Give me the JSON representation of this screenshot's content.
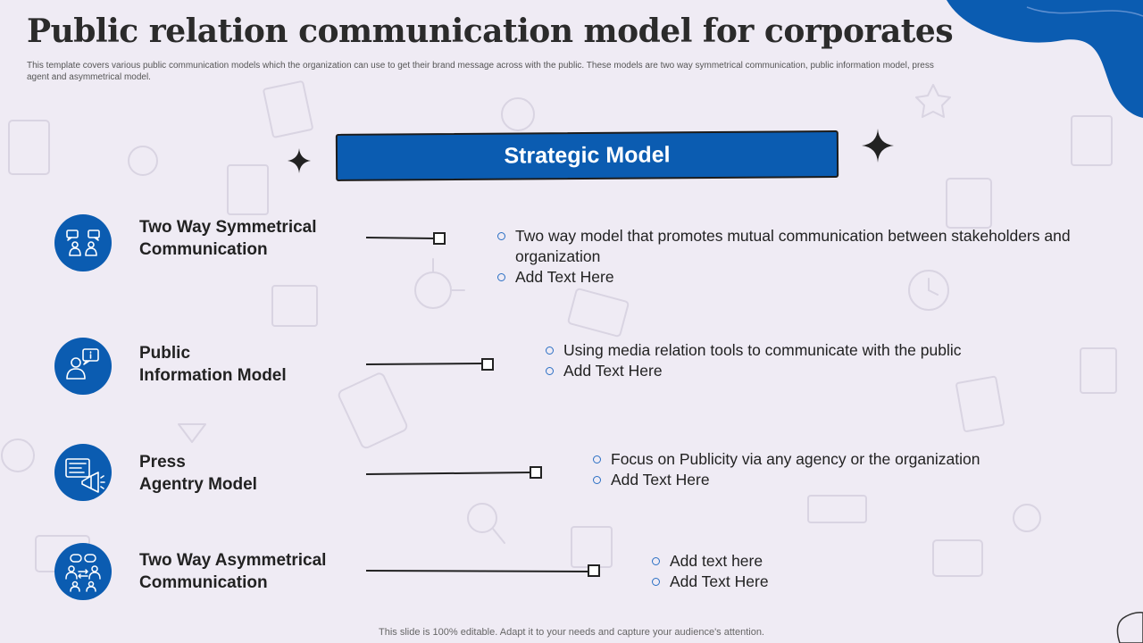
{
  "slide": {
    "title": "Public relation communication model for corporates",
    "subtitle_line1": "This template covers various public communication models which the organization can use to get their brand message across with the public. These models are two way symmetrical communication, public information model, press",
    "subtitle_line2": "agent and asymmetrical model.",
    "header": "Strategic Model",
    "footer": "This slide is 100% editable. Adapt it to your needs and capture your audience's attention."
  },
  "colors": {
    "accent": "#0b5cb1",
    "background": "#efebf4",
    "bullet_ring": "#2a6fc4"
  },
  "models": [
    {
      "icon": "two-people-chat-icon",
      "title_line1": "Two Way Symmetrical",
      "title_line2": "Communication",
      "bullets": [
        "Two way model that promotes mutual communication between stakeholders and organization",
        "Add Text Here"
      ]
    },
    {
      "icon": "person-info-bubble-icon",
      "title_line1": "Public",
      "title_line2": "Information Model",
      "bullets": [
        "Using media relation tools to communicate with the public",
        "Add Text Here"
      ]
    },
    {
      "icon": "press-megaphone-icon",
      "title_line1": "Press",
      "title_line2": "Agentry Model",
      "bullets": [
        "Focus on Publicity via any agency or the organization",
        "Add Text Here"
      ]
    },
    {
      "icon": "group-communication-icon",
      "title_line1": "Two Way Asymmetrical",
      "title_line2": "Communication",
      "bullets": [
        "Add text here",
        "Add Text Here"
      ]
    }
  ]
}
